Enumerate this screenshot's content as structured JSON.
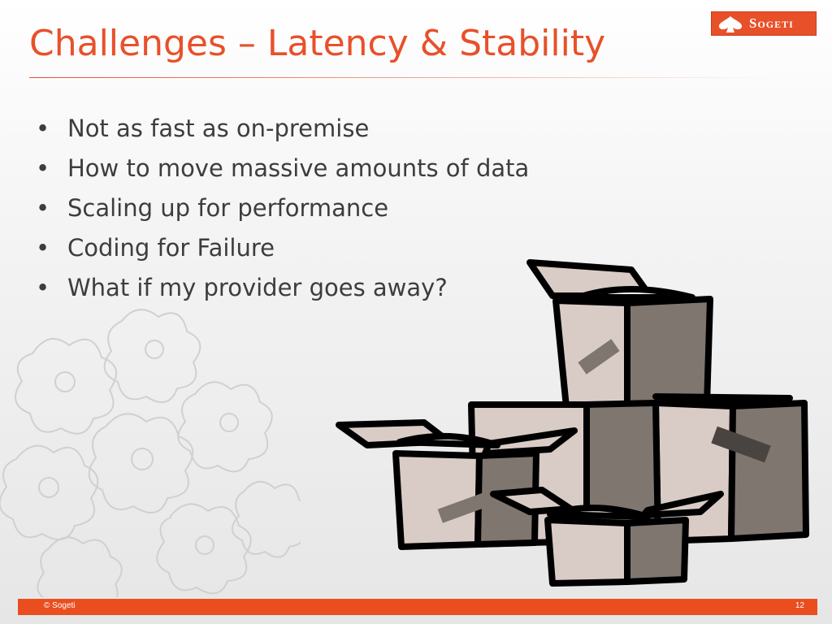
{
  "slide": {
    "title": "Challenges – Latency & Stability",
    "bullets": [
      "Not as fast as on-premise",
      "How to move massive amounts of data",
      "Scaling up for performance",
      "Coding for Failure",
      "What if my provider goes away?"
    ],
    "bullet_glyph": "•",
    "illustration": "cardboard-boxes-clipart"
  },
  "branding": {
    "logo_text": "Sogeti",
    "logo_icon": "spade-icon",
    "accent_color": "#e8502a"
  },
  "footer": {
    "copyright": "© Sogeti",
    "page_number": "12"
  }
}
